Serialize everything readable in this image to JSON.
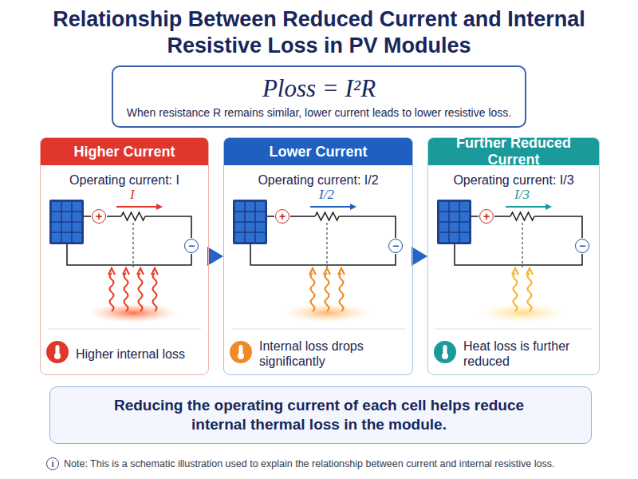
{
  "diagram": {
    "title": "Relationship Between Reduced Current and Internal Resistive Loss in PV Modules",
    "nodes": [
      {
        "text": [
          "Ploss = I²R",
          "When resistance R remains similar, lower current leads to lower resistive loss."
        ]
      },
      {
        "text": [
          "Higher Current",
          "Operating current: I",
          "Higher internal loss"
        ]
      },
      {
        "text": [
          "Lower Current",
          "Operating current: I/2",
          "Internal loss drops significantly"
        ]
      },
      {
        "text": [
          "Further Reduced Current",
          "Operating current: I/3",
          "Heat loss is further reduced"
        ]
      },
      {
        "text": [
          "Reducing the operating current of each cell helps reduce internal thermal loss in the module."
        ]
      }
    ],
    "edges": [
      {
        "from": 1,
        "to": 2,
        "arrow": "to"
      },
      {
        "from": 2,
        "to": 3,
        "arrow": "to"
      }
    ],
    "labels": [
      "I",
      "+",
      "−",
      "I/2",
      "+",
      "−",
      "I/3",
      "+",
      "−",
      "i",
      "Note: This is a schematic illustration used to explain the relationship between current and internal resistive loss."
    ]
  }
}
